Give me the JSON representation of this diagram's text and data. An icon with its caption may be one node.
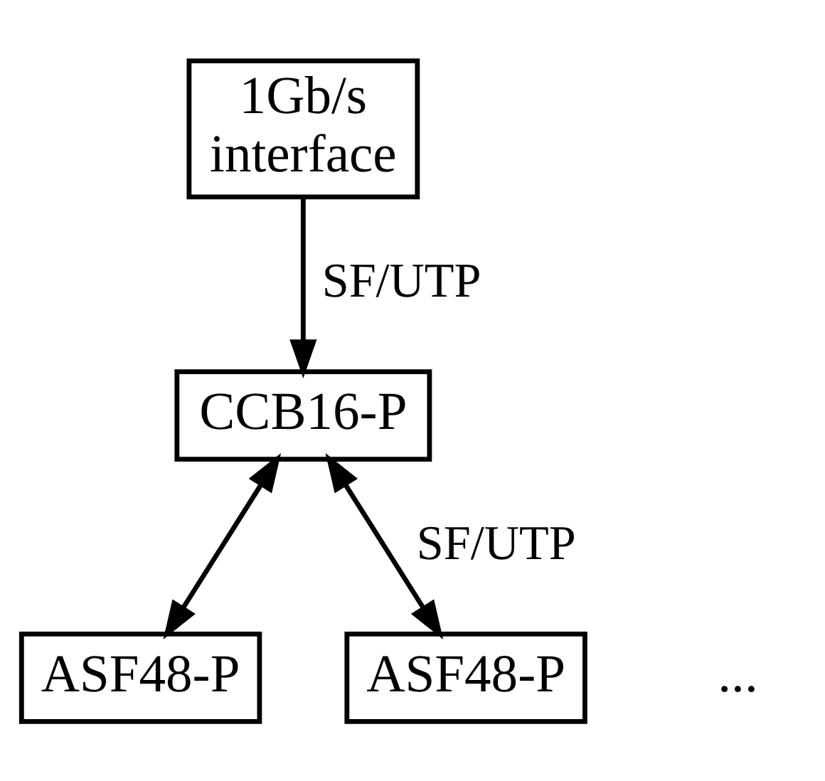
{
  "diagram": {
    "nodes": [
      {
        "text": [
          "1Gb/s interface"
        ]
      },
      {
        "text": [
          "CCB16-P"
        ]
      },
      {
        "text": [
          "ASF48-P"
        ]
      },
      {
        "text": [
          "ASF48-P"
        ]
      }
    ],
    "edges": [
      {
        "from": 0,
        "to": 1,
        "arrow": "to",
        "label": "SF/UTP"
      },
      {
        "from": 1,
        "to": 2,
        "arrow": "both"
      },
      {
        "from": 1,
        "to": 3,
        "arrow": "both",
        "label": "SF/UTP"
      }
    ],
    "labels": [
      "..."
    ]
  }
}
